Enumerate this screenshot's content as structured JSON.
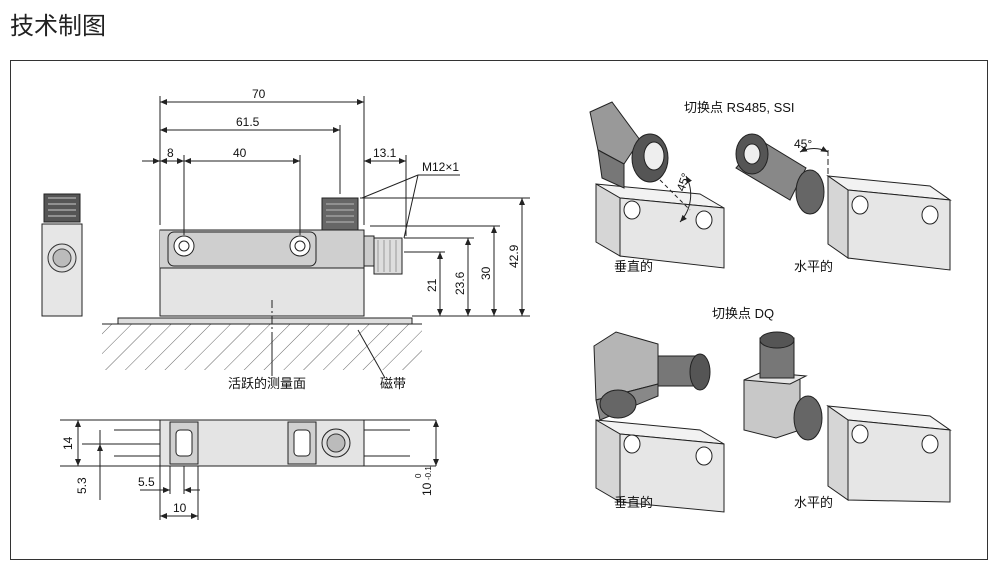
{
  "title": "技术制图",
  "dims": {
    "d70": "70",
    "d61_5": "61.5",
    "d8": "8",
    "d40": "40",
    "d13_1": "13.1",
    "thread": "M12×1",
    "d42_9": "42.9",
    "d30": "30",
    "d23_6": "23.6",
    "d21": "21",
    "d14": "14",
    "d5_3": "5.3",
    "d5_5": "5.5",
    "d10": "10",
    "tol_main": "10",
    "tol_upper": "0",
    "tol_lower": "-0.1"
  },
  "labels": {
    "active_surface": "活跃的测量面",
    "magnetic_tape": "磁带"
  },
  "views": {
    "rs485_title": "切换点 RS485, SSI",
    "dq_title": "切换点 DQ",
    "angle": "45°",
    "vertical": "垂直的",
    "horizontal": "水平的"
  }
}
